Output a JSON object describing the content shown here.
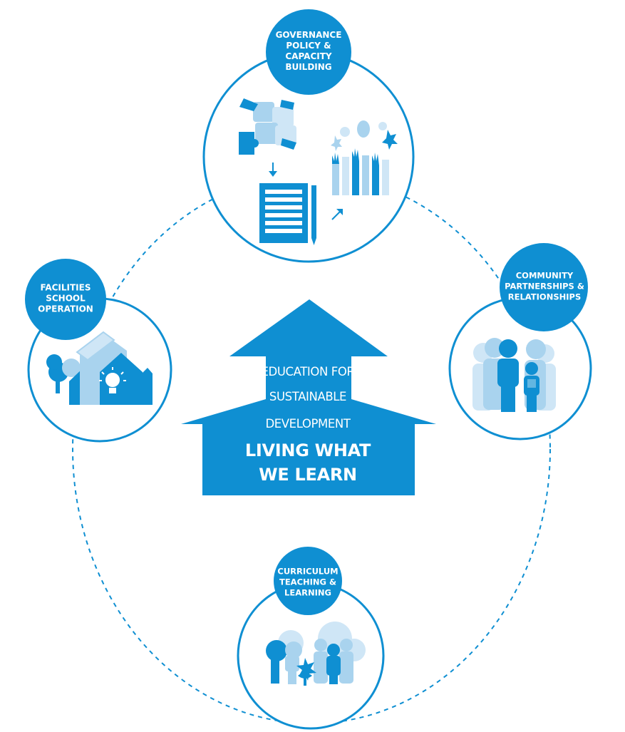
{
  "colors": {
    "primary_blue": "#0f8fd2",
    "light_blue": "#a9d3ee",
    "pale_blue": "#cfe6f6",
    "white": "#ffffff"
  },
  "nodes": {
    "governance": {
      "lines": [
        "GOVERNANCE",
        "POLICY &",
        "CAPACITY",
        "BUILDING"
      ],
      "icons": [
        "puzzle-hands-icon",
        "policy-document-icon",
        "pencil-icon",
        "raised-hands-icon",
        "arrow-down-icon",
        "arrow-diagonal-icon"
      ]
    },
    "community": {
      "lines": [
        "COMMUNITY",
        "PARTNERSHIPS &",
        "RELATIONSHIPS"
      ],
      "icons": [
        "people-group-icon"
      ]
    },
    "facilities": {
      "lines": [
        "FACILITIES",
        "SCHOOL",
        "OPERATION"
      ],
      "icons": [
        "house-solar-icon",
        "lightbulb-icon",
        "tree-icon"
      ]
    },
    "curriculum": {
      "lines": [
        "CURRICULUM",
        "TEACHING &",
        "LEARNING"
      ],
      "icons": [
        "people-learning-icon",
        "tree-icon",
        "flower-icon"
      ]
    }
  },
  "center": {
    "line1": "EDUCATION FOR",
    "line2": "SUSTAINABLE",
    "line3": "DEVELOPMENT",
    "bold_line1": "LIVING WHAT",
    "bold_line2": "WE LEARN",
    "icon": "house-arrow-icon"
  }
}
